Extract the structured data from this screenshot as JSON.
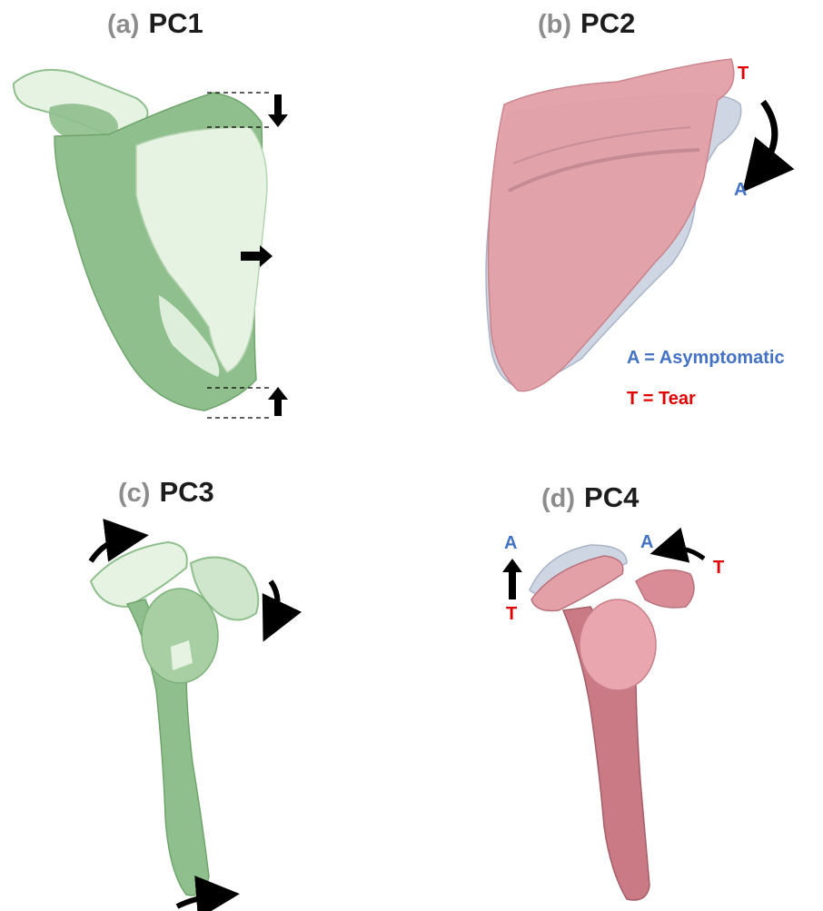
{
  "panels": [
    {
      "tag": "(a)",
      "title": "PC1"
    },
    {
      "tag": "(b)",
      "title": "PC2"
    },
    {
      "tag": "(c)",
      "title": "PC3"
    },
    {
      "tag": "(d)",
      "title": "PC4"
    }
  ],
  "labels": {
    "a": "A",
    "t": "T"
  },
  "legend": {
    "asymptomatic": "A = Asymptomatic",
    "tear": "T = Tear"
  },
  "colors": {
    "green_dark": "#8fbf8c",
    "green_light": "#e6f3e3",
    "pink": "#e3a0a7",
    "grey_blue": "#cfd6e3",
    "label_blue": "#4472c4",
    "label_red": "#e00000",
    "arrow": "#000000"
  }
}
